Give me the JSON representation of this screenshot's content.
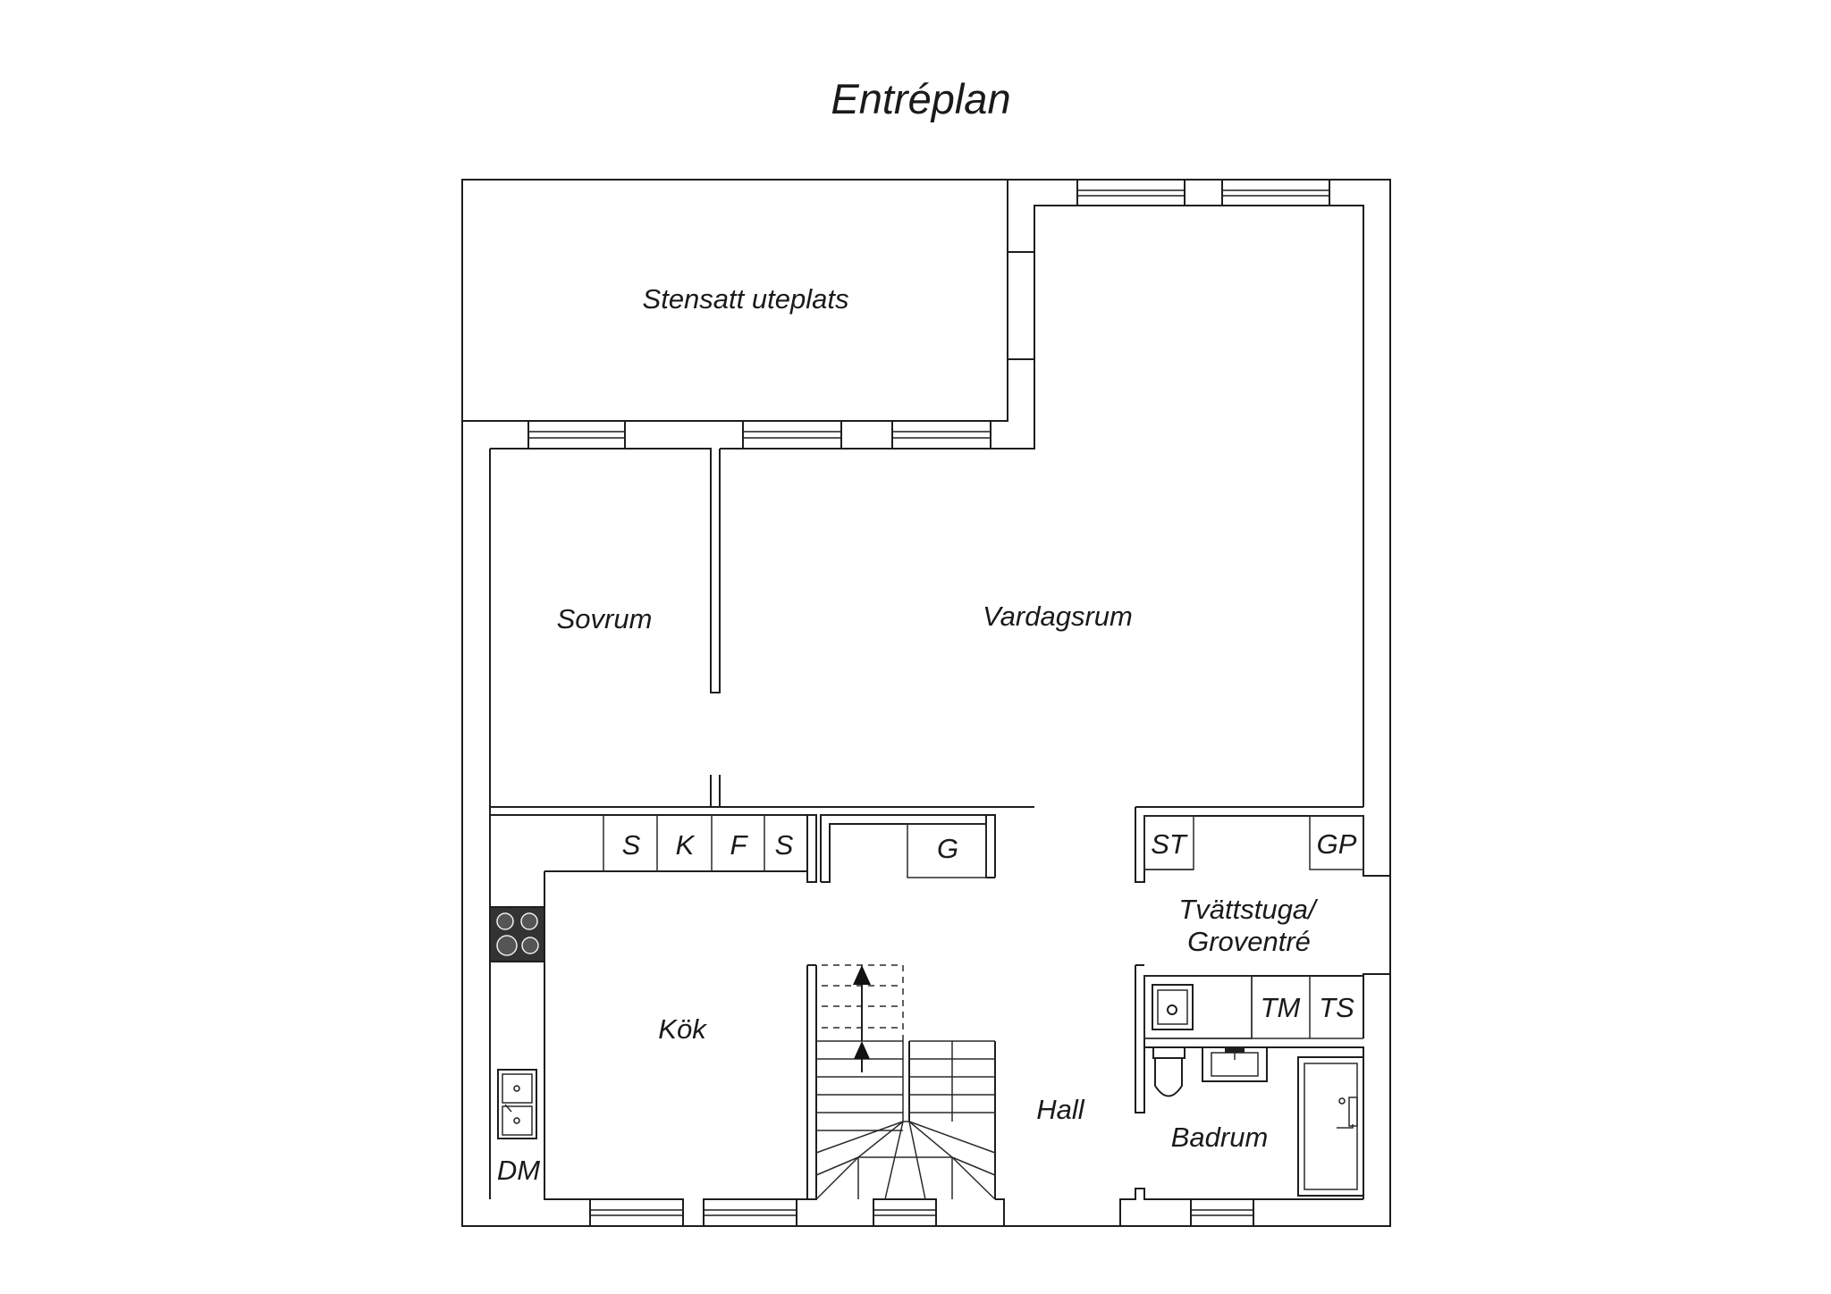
{
  "title": "Entréplan",
  "rooms": {
    "patio": "Stensatt uteplats",
    "bedroom": "Sovrum",
    "living": "Vardagsrum",
    "kitchen": "Kök",
    "hall": "Hall",
    "laundry_line1": "Tvättstuga/",
    "laundry_line2": "Groventré",
    "bathroom": "Badrum"
  },
  "appliances": {
    "kitchen_s1": "S",
    "kitchen_k": "K",
    "kitchen_f": "F",
    "kitchen_s2": "S",
    "hall_g": "G",
    "laundry_st": "ST",
    "laundry_gp": "GP",
    "laundry_tm": "TM",
    "laundry_ts": "TS",
    "kitchen_dm": "DM"
  },
  "colors": {
    "line": "#1e1e1e",
    "background": "#ffffff",
    "hob": "#333333"
  },
  "icons": [
    "stove-icon",
    "double-sink-icon",
    "washbasin-icon",
    "toilet-icon",
    "shower-icon",
    "stair-arrow-icon",
    "window-icon"
  ]
}
